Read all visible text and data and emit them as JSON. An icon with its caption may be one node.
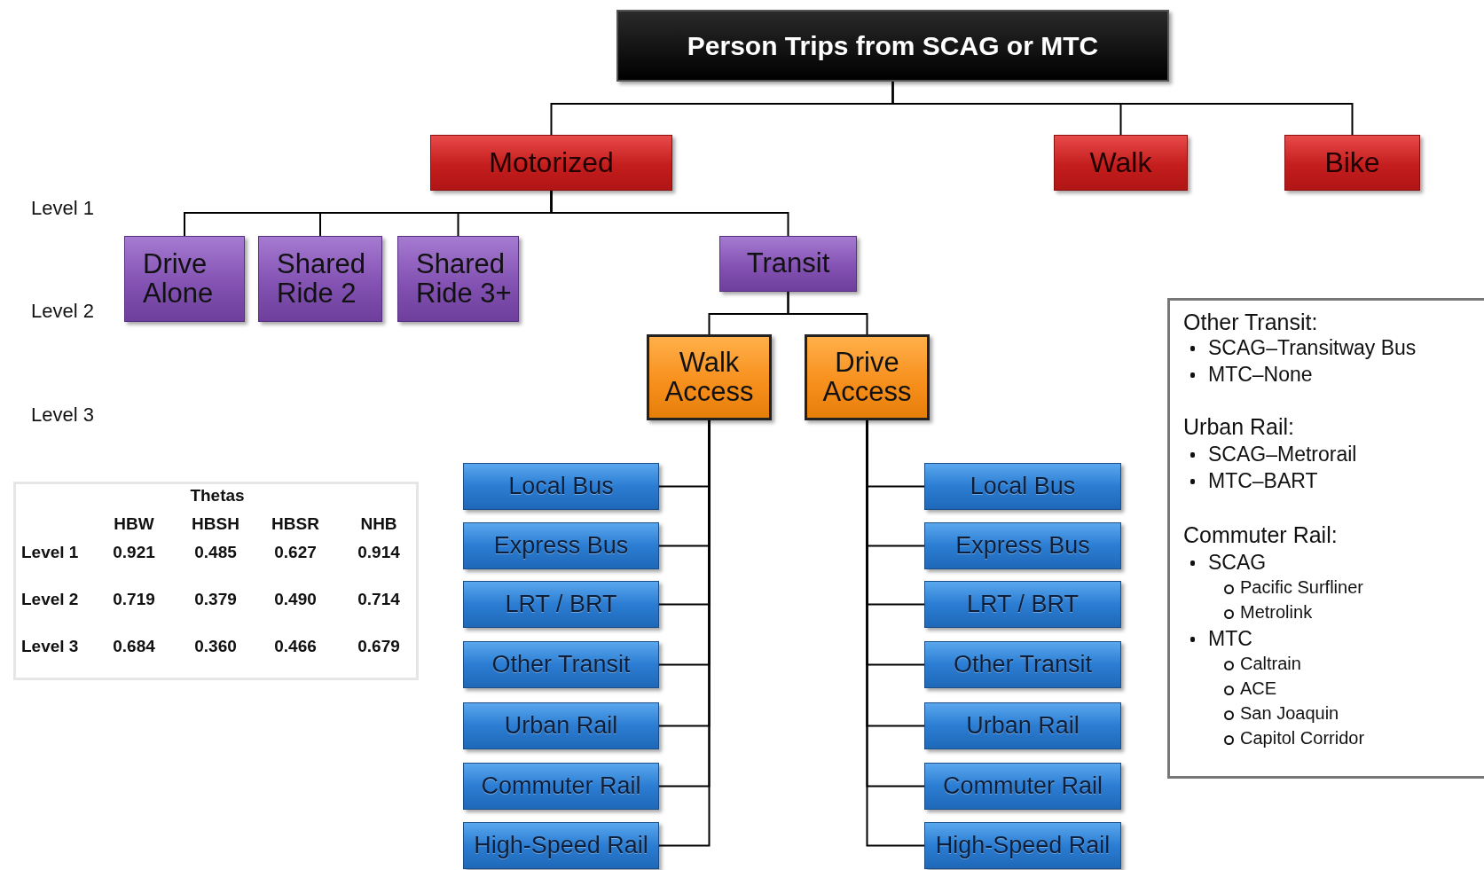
{
  "diagram": {
    "nodes": [
      {
        "text": [
          "Person Trips from SCAG or MTC"
        ]
      },
      {
        "text": [
          "Motorized"
        ]
      },
      {
        "text": [
          "Walk"
        ]
      },
      {
        "text": [
          "Bike"
        ]
      },
      {
        "text": [
          "Drive Alone"
        ]
      },
      {
        "text": [
          "Shared Ride 2"
        ]
      },
      {
        "text": [
          "Shared Ride 3+"
        ]
      },
      {
        "text": [
          "Transit"
        ]
      },
      {
        "text": [
          "Walk Access"
        ]
      },
      {
        "text": [
          "Drive Access"
        ]
      },
      {
        "text": [
          "Local Bus"
        ]
      },
      {
        "text": [
          "Express Bus"
        ]
      },
      {
        "text": [
          "LRT / BRT"
        ]
      },
      {
        "text": [
          "Other Transit"
        ]
      },
      {
        "text": [
          "Urban Rail"
        ]
      },
      {
        "text": [
          "Commuter Rail"
        ]
      },
      {
        "text": [
          "High-Speed Rail"
        ]
      },
      {
        "text": [
          "Local Bus"
        ]
      },
      {
        "text": [
          "Express Bus"
        ]
      },
      {
        "text": [
          "LRT / BRT"
        ]
      },
      {
        "text": [
          "Other Transit"
        ]
      },
      {
        "text": [
          "Urban Rail"
        ]
      },
      {
        "text": [
          "Commuter Rail"
        ]
      },
      {
        "text": [
          "High-Speed Rail"
        ]
      }
    ],
    "edges": [
      {
        "from": 0,
        "to": 1,
        "arrow": "none"
      },
      {
        "from": 0,
        "to": 2,
        "arrow": "none"
      },
      {
        "from": 0,
        "to": 3,
        "arrow": "none"
      },
      {
        "from": 1,
        "to": 4,
        "arrow": "none"
      },
      {
        "from": 1,
        "to": 5,
        "arrow": "none"
      },
      {
        "from": 1,
        "to": 6,
        "arrow": "none"
      },
      {
        "from": 1,
        "to": 7,
        "arrow": "none"
      },
      {
        "from": 7,
        "to": 8,
        "arrow": "none"
      },
      {
        "from": 7,
        "to": 9,
        "arrow": "none"
      },
      {
        "from": 8,
        "to": 10,
        "arrow": "none"
      },
      {
        "from": 8,
        "to": 11,
        "arrow": "none"
      },
      {
        "from": 8,
        "to": 12,
        "arrow": "none"
      },
      {
        "from": 8,
        "to": 13,
        "arrow": "none"
      },
      {
        "from": 8,
        "to": 14,
        "arrow": "none"
      },
      {
        "from": 8,
        "to": 15,
        "arrow": "none"
      },
      {
        "from": 8,
        "to": 16,
        "arrow": "none"
      },
      {
        "from": 9,
        "to": 17,
        "arrow": "none"
      },
      {
        "from": 9,
        "to": 18,
        "arrow": "none"
      },
      {
        "from": 9,
        "to": 19,
        "arrow": "none"
      },
      {
        "from": 9,
        "to": 20,
        "arrow": "none"
      },
      {
        "from": 9,
        "to": 21,
        "arrow": "none"
      },
      {
        "from": 9,
        "to": 22,
        "arrow": "none"
      },
      {
        "from": 9,
        "to": 23,
        "arrow": "none"
      }
    ],
    "labels": [
      "Level 1",
      "Level 2",
      "Level 3",
      "Thetas",
      "HBW",
      "HBSH",
      "HBSR",
      "NHB",
      "Level 1",
      "0.921",
      "0.485",
      "0.627",
      "0.914",
      "Level 2",
      "0.719",
      "0.379",
      "0.490",
      "0.714",
      "Level 3",
      "0.684",
      "0.360",
      "0.466",
      "0.679",
      "Other Transit:",
      "SCAG–Transitway Bus",
      "MTC–None",
      "Urban Rail:",
      "SCAG–Metrorail",
      "MTC–BART",
      "Commuter Rail:",
      "SCAG",
      "Pacific Surfliner",
      "Metrolink",
      "MTC",
      "Caltrain",
      "ACE",
      "San Joaquin",
      "Capitol Corridor"
    ]
  }
}
